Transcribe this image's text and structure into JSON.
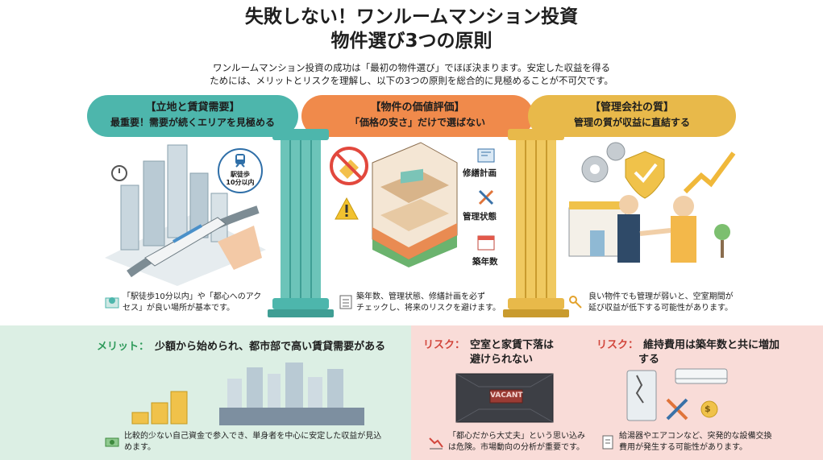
{
  "header": {
    "title_line1": "失敗しない！ワンルームマンション投資",
    "title_line2": "物件選び3つの原則",
    "intro_line1": "ワンルームマンション投資の成功は「最初の物件選び」でほぼ決まります。安定した収益を得る",
    "intro_line2": "ためには、メリットとリスクを理解し、以下の3つの原則を総合的に見極めることが不可欠です。"
  },
  "principles": [
    {
      "heading": "【立地と賃貸需要】",
      "sub": "最重要！需要が続くエリアを見極める",
      "badge_line1": "駅徒歩",
      "badge_line2": "10分以内",
      "note_line1": "「駅徒歩10分以内」や「都心へのアク",
      "note_line2": "セス」が良い場所が基本です。"
    },
    {
      "heading": "【物件の価値評価】",
      "sub": "「価格の安さ」だけで選ばない",
      "labels": [
        "修繕計画",
        "管理状態",
        "築年数"
      ],
      "note_line1": "築年数、管理状態、修繕計画を必ず",
      "note_line2": "チェックし、将来のリスクを避けます。"
    },
    {
      "heading": "【管理会社の質】",
      "sub": "管理の質が収益に直結する",
      "note_line1": "良い物件でも管理が弱いと、空室期間が",
      "note_line2": "延び収益が低下する可能性があります。"
    }
  ],
  "merit": {
    "tag": "メリット：",
    "text": "少額から始められ、都市部で高い賃貸需要がある",
    "note_line1": "比較的少ない自己資金で参入でき、単身者を中心に安定した収益が見込",
    "note_line2": "めます。"
  },
  "risks": [
    {
      "tag": "リスク：",
      "text_line1": "空室と家賃下落は",
      "text_line2": "避けられない",
      "sign": "VACANT",
      "note_line1": "「都心だから大丈夫」という思い込み",
      "note_line2": "は危険。市場動向の分析が重要です。"
    },
    {
      "tag": "リスク：",
      "text_line1": "維持費用は築年数と共に増加",
      "text_line2": "する",
      "note_line1": "給湯器やエアコンなど、突発的な設備交換",
      "note_line2": "費用が発生する可能性があります。"
    }
  ],
  "colors": {
    "teal": "#4db6ac",
    "orange": "#f08a4b",
    "gold": "#e8b94a",
    "merit_bg": "#dcefe4",
    "risk_bg": "#f9dcd8",
    "merit_tag": "#2e9a5a",
    "risk_tag": "#d2463c"
  }
}
